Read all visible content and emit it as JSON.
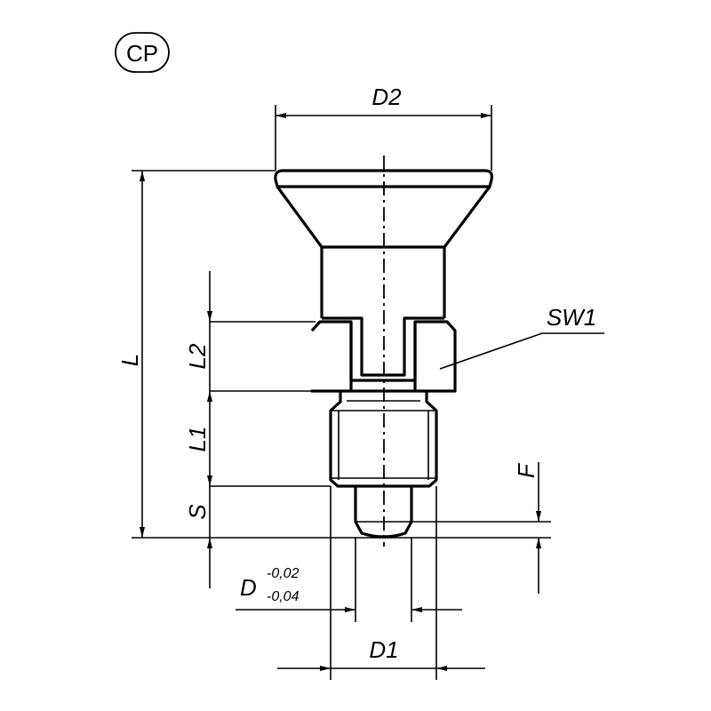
{
  "badge": "CP",
  "dimensions": {
    "D2": "D2",
    "L": "L",
    "L2": "L2",
    "L1": "L1",
    "S": "S",
    "F": "F",
    "SW1": "SW1",
    "D": "D",
    "D_tol_upper": "-0,02",
    "D_tol_lower": "-0,04",
    "D1": "D1"
  }
}
